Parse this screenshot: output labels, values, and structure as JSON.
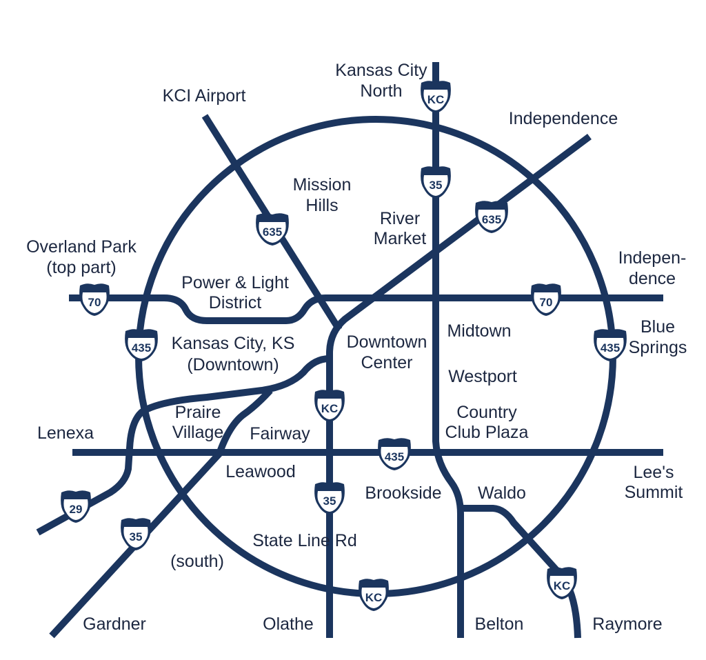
{
  "colors": {
    "road": "#1b355e",
    "text": "#1c2740",
    "background": "#ffffff"
  },
  "labels": [
    [
      "Kansas City",
      "North"
    ],
    [
      "KCI Airport"
    ],
    [
      "Independence"
    ],
    [
      "Mission",
      "Hills"
    ],
    [
      "River",
      "Market"
    ],
    [
      "Overland Park",
      "(top part)"
    ],
    [
      "Power & Light",
      "District"
    ],
    [
      "Indepen-",
      "dence"
    ],
    [
      "Blue",
      "Springs"
    ],
    [
      "Kansas City, KS",
      "(Downtown)"
    ],
    [
      "Downtown",
      "Center"
    ],
    [
      "Midtown"
    ],
    [
      "Westport"
    ],
    [
      "Country",
      "Club Plaza"
    ],
    [
      "Praire",
      "Village"
    ],
    [
      "Fairway"
    ],
    [
      "Lenexa"
    ],
    [
      "Leawood"
    ],
    [
      "Lee's",
      "Summit"
    ],
    [
      "Brookside"
    ],
    [
      "Waldo"
    ],
    [
      "State Line Rd"
    ],
    [
      "(south)"
    ],
    [
      "Gardner"
    ],
    [
      "Olathe"
    ],
    [
      "Belton"
    ],
    [
      "Raymore"
    ]
  ],
  "shields": [
    "KC",
    "35",
    "635",
    "635",
    "70",
    "70",
    "435",
    "435",
    "KC",
    "435",
    "35",
    "29",
    "35",
    "KC",
    "KC"
  ]
}
